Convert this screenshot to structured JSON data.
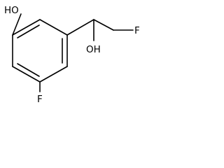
{
  "molecule": {
    "atom_labels": {
      "ring_oh": "HO",
      "side_oh": "OH",
      "ring_f": "F",
      "chain_f": "F"
    },
    "colors": {
      "bond": "#000000",
      "label": "#000000",
      "background": "#ffffff"
    }
  }
}
